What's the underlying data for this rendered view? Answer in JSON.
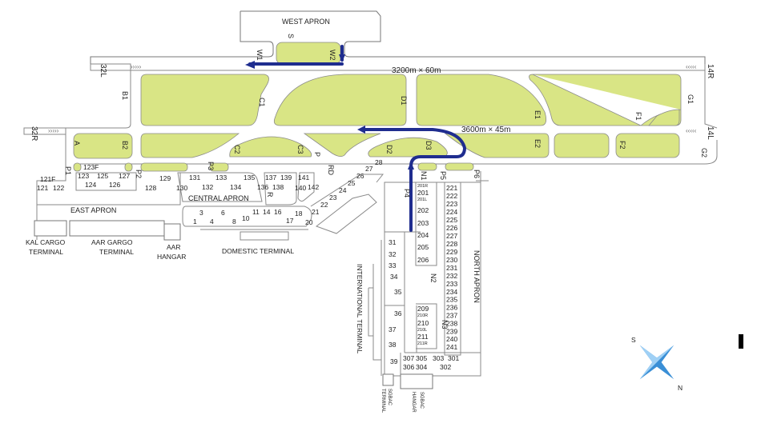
{
  "colors": {
    "grass": "#d9e585",
    "route": "#1f2d8f",
    "outline": "#8a8a8a",
    "compass": "#3a8fd6"
  },
  "runways": {
    "r32l": "32L",
    "r14r": "14R",
    "r32r": "32R",
    "r14l": "14L",
    "dims_north": "3200m × 60m",
    "dims_south": "3600m × 45m"
  },
  "taxiways": {
    "W1": "W1",
    "W2": "W2",
    "S": "S",
    "B1": "B1",
    "C1": "C1",
    "D1": "D1",
    "E1": "E1",
    "F1": "F1",
    "G1": "G1",
    "A": "A",
    "B2": "B2",
    "C2": "C2",
    "C3": "C3",
    "D2": "D2",
    "D3": "D3",
    "E2": "E2",
    "F2": "F2",
    "G2": "G2",
    "P1": "P1",
    "P2": "P2",
    "P3": "P3",
    "P": "P",
    "RD": "RD",
    "R": "R",
    "P4": "P4",
    "N1": "N1",
    "P5": "P5",
    "P6": "P6",
    "N2": "N2",
    "N3": "N3"
  },
  "aprons": {
    "west": "WEST APRON",
    "central": "CENTRAL APRON",
    "east": "EAST APRON",
    "north": "NORTH APRON"
  },
  "buildings": {
    "kal_1": "KAL CARGO",
    "kal_2": "TERMINAL",
    "aar_cargo_1": "AAR GARGO",
    "aar_cargo_2": "TERMINAL",
    "aar_hangar_1": "AAR",
    "aar_hangar_2": "HANGAR",
    "domestic": "DOMESTIC TERMINAL",
    "international": "INTERNATIONAL TERMINAL",
    "sgbac_t_1": "SGBAC",
    "sgbac_t_2": "TERMINAL",
    "sgbac_h_1": "SGBAC",
    "sgbac_h_2": "HANGAR"
  },
  "stands": [
    "121F",
    "121",
    "122",
    "123F",
    "123",
    "124",
    "125",
    "126",
    "127",
    "128",
    "129",
    "130",
    "131",
    "132",
    "133",
    "134",
    "135",
    "136",
    "137",
    "138",
    "139",
    "140",
    "141",
    "142",
    "1",
    "3",
    "4",
    "6",
    "8",
    "10",
    "11",
    "14",
    "16",
    "17",
    "18",
    "20",
    "21",
    "22",
    "23",
    "24",
    "25",
    "26",
    "27",
    "28",
    "201R",
    "201",
    "201L",
    "202",
    "203",
    "204",
    "205",
    "206",
    "209",
    "210R",
    "210",
    "210L",
    "211",
    "211R",
    "221",
    "222",
    "223",
    "224",
    "225",
    "226",
    "227",
    "228",
    "229",
    "230",
    "231",
    "232",
    "233",
    "234",
    "235",
    "236",
    "237",
    "238",
    "239",
    "240",
    "241",
    "31",
    "32",
    "33",
    "34",
    "35",
    "36",
    "37",
    "38",
    "39",
    "307",
    "305",
    "303",
    "301",
    "306",
    "304",
    "302"
  ],
  "compass": {
    "s": "S",
    "n": "N"
  }
}
